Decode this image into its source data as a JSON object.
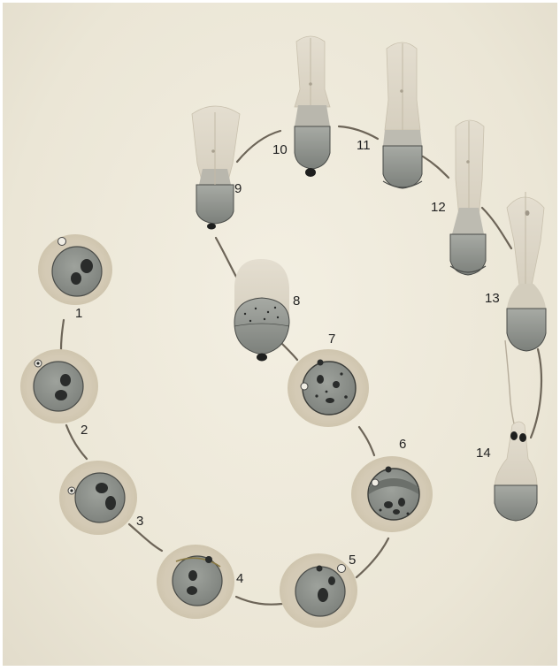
{
  "figure": {
    "background_color": "#ece7d8",
    "halo_color": "#d6ccb8",
    "cell_color": "#8d918c",
    "nucleus_color": "#2a2c2b",
    "connector_color": "#6d6558",
    "stage_labels": [
      "1",
      "2",
      "3",
      "4",
      "5",
      "6",
      "7",
      "8",
      "9",
      "10",
      "11",
      "12",
      "13",
      "14"
    ]
  }
}
